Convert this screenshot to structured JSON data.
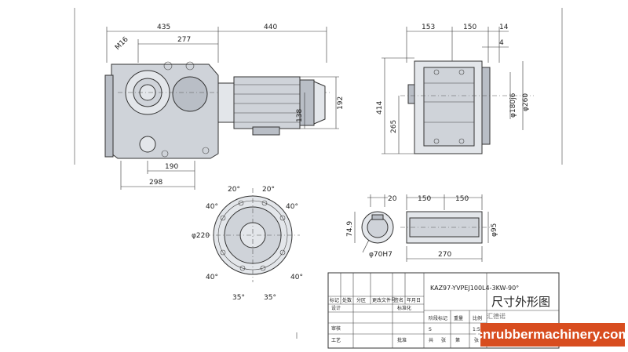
{
  "drawing": {
    "front_view": {
      "dims_top": [
        "435",
        "440",
        "277"
      ],
      "thread": "M16",
      "dims_right": [
        "192",
        "138"
      ],
      "dims_bottom": [
        "190",
        "298"
      ]
    },
    "side_view": {
      "dims_top": [
        "153",
        "150",
        "14",
        "4"
      ],
      "dims_left": [
        "414",
        "265"
      ],
      "dims_right": [
        "φ180j6",
        "φ260"
      ]
    },
    "flange_view": {
      "angles": [
        "20°",
        "20°",
        "40°",
        "40°",
        "40°",
        "40°",
        "35°",
        "35°"
      ],
      "diameter": "φ220"
    },
    "shaft_view": {
      "dims": [
        "20",
        "74.9",
        "φ70H7"
      ]
    },
    "hollow_shaft_view": {
      "dims": [
        "150",
        "150",
        "φ95",
        "270"
      ]
    },
    "title_block": {
      "model": "KAZ97-YVPEJ100L4-3KW-90°",
      "title": "尺寸外形图",
      "cells": [
        "标记",
        "处数",
        "分区",
        "更改文件号",
        "签名",
        "年月日",
        "设计",
        "标准化",
        "阶段标记",
        "重量",
        "比例",
        "审核",
        "工艺",
        "批准",
        "共",
        "张",
        "第",
        "张",
        "S",
        "1:5"
      ]
    }
  },
  "watermark": {
    "brand": "cnrubbermachinery.com",
    "wechat": "汇德诺"
  }
}
